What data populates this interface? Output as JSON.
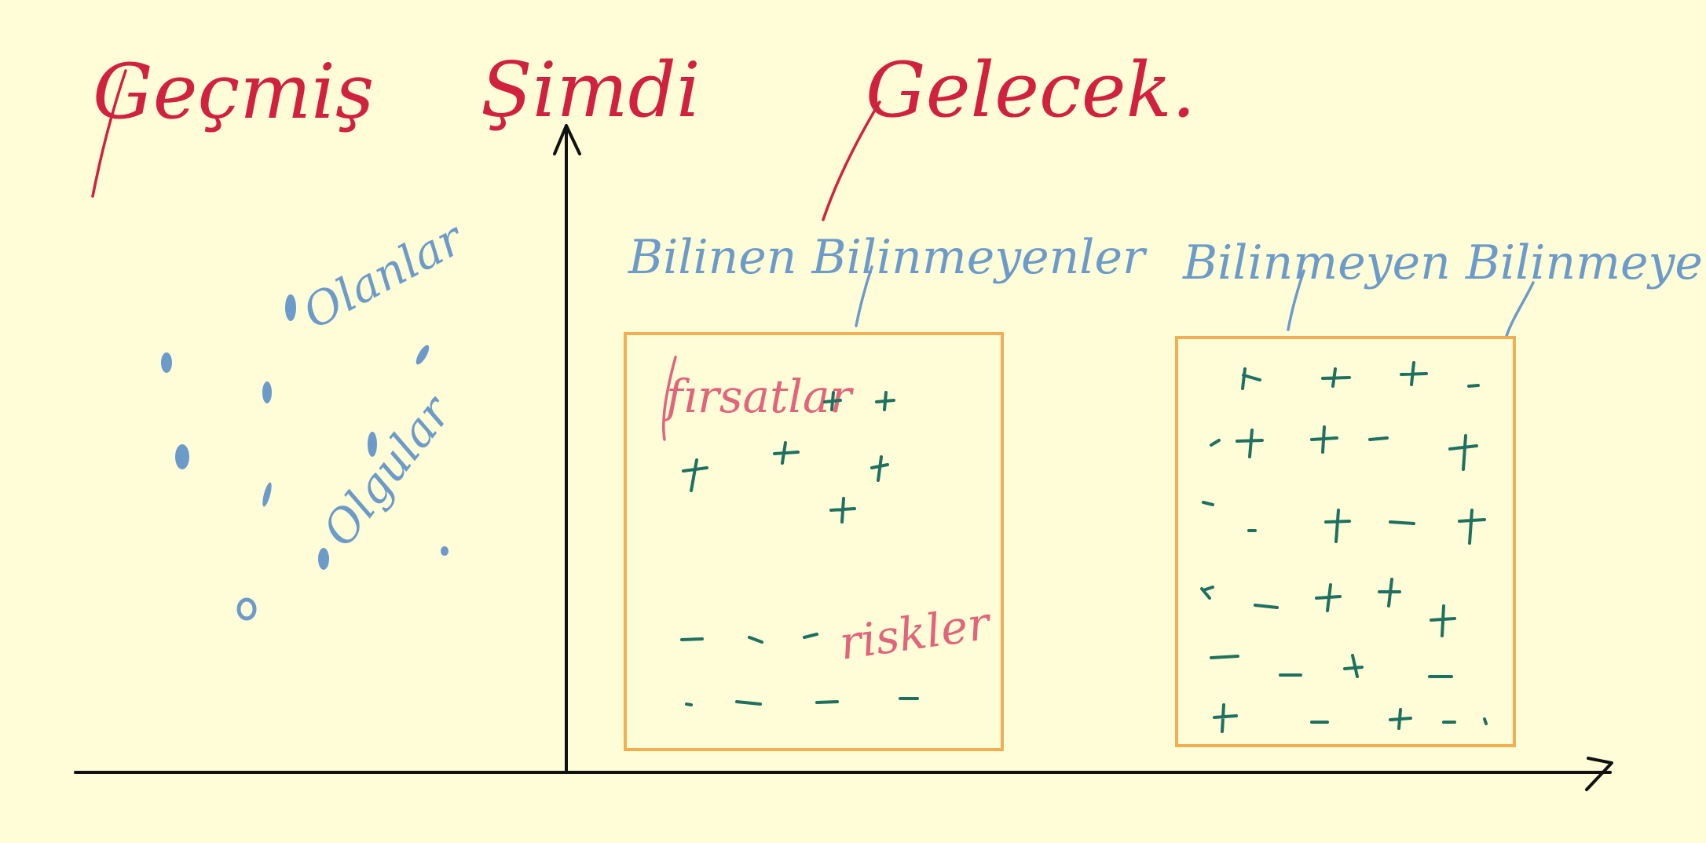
{
  "titles": {
    "past": "Geçmiş",
    "present": "Şimdi",
    "future": "Gelecek."
  },
  "past_labels": {
    "events": "Olanlar",
    "facts": "Olgular"
  },
  "known": {
    "heading": "Bilinen Bilinmeyenler",
    "opportunities": "fırsatlar",
    "risks": "riskler"
  },
  "unknown": {
    "heading": "Bilinmeyen Bilinmeyenler"
  },
  "colors": {
    "background": "#FEFDD8",
    "title_red": "#D0223F",
    "label_blue": "#6D9BC9",
    "label_pink": "#E0657A",
    "mark_green": "#1E7060",
    "box_orange": "#F3AE52",
    "axis_black": "#111111"
  }
}
